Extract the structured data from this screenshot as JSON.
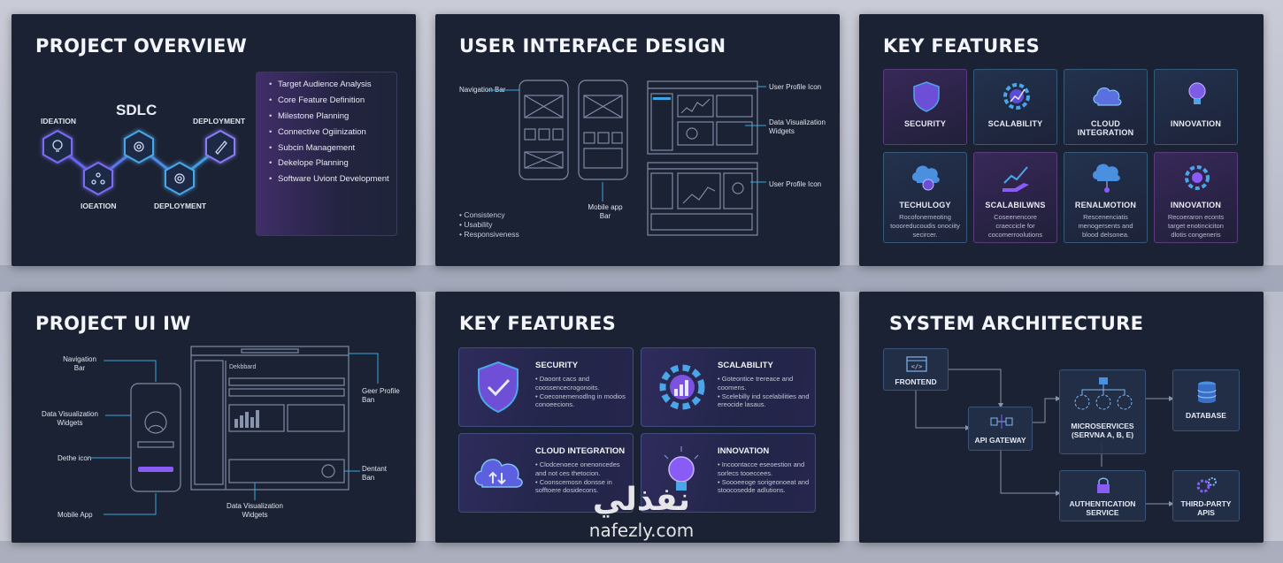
{
  "slides": {
    "overview": {
      "title": "PROJECT OVERVIEW",
      "sdlc": "SDLC",
      "phases": [
        "IDEATION",
        "DEPLOYMENT",
        "IOEATION",
        "DEPLOYMENT"
      ],
      "items": [
        "Target Audience Analysis",
        "Core Feature Definition",
        "Milestone Planning",
        "Connective Ogiinization",
        "Subcin Management",
        "Dekelope Planning",
        "Software Uviont Development"
      ]
    },
    "ui_design": {
      "title": "USER INTERFACE DESIGN",
      "nav_label": "Navigation Bar",
      "mobile_label": "Mobile app Bar",
      "profile_label_1": "User Profile Icon",
      "dataviz_label": "Data Visualization Widgets",
      "profile_label_2": "User Profile Icon",
      "principles": [
        "Consistency",
        "Usability",
        "Responsiveness"
      ]
    },
    "key_features_grid": {
      "title": "KEY FEATURES",
      "tiles": [
        {
          "name": "SECURITY",
          "desc": ""
        },
        {
          "name": "SCALABILITY",
          "desc": ""
        },
        {
          "name": "CLOUD INTEGRATION",
          "desc": ""
        },
        {
          "name": "INNOVATION",
          "desc": ""
        },
        {
          "name": "TECHULOGY",
          "desc": "Rocofonemeoting toooreducoudis onociity secircer."
        },
        {
          "name": "SCALABILWNS",
          "desc": "Coseenencore craeccicle for cocomerroolutions"
        },
        {
          "name": "RENALMOTION",
          "desc": "Rescenenciatis menogersents and blood delsonea."
        },
        {
          "name": "INNOVATION",
          "desc": "Recoeraron econts target enotinciciton dlotis congeneris"
        }
      ]
    },
    "project_ui": {
      "title": "PROJECT UI IW",
      "nav_label": "Navigation Bar",
      "dataviz_label": "Data Visualization Widgets",
      "dethe_label": "Dethe icon",
      "mobile_label": "Mobile App",
      "profile_label": "Geer Profile Ban",
      "dentant_label": "Dentant Ban",
      "bottom_label": "Data Visualization Widgets",
      "dashboard_label": "Dekbbard"
    },
    "key_features_cards": {
      "title": "KEY FEATURES",
      "cards": [
        {
          "title": "SECURITY",
          "desc": "• Daoont cacs and coossencecrogonoits.\n• Coeconemenodlng in modios conoeecions."
        },
        {
          "title": "SCALABILITY",
          "desc": "• Goteontice trereace and coomens.\n• Scelebilly ind scelabilities and ereocide lasaus."
        },
        {
          "title": "CLOUD INTEGRATION",
          "desc": "• Clodcenoece onenoncedes and not ces thetocion.\n• Coonscemosn donsse in sofftoere dosidecons."
        },
        {
          "title": "INNOVATION",
          "desc": "• Incoontacce eseoestion and sorlecs tooeccees.\n• Soooeeoge sorigeonoeat and stoocosedde adlutions."
        }
      ]
    },
    "architecture": {
      "title": "SYSTEM ARCHITECTURE",
      "frontend": "FRONTEND",
      "api": "API GATEWAY",
      "micro": "MICROSERVICES (SERVNA A, B, E)",
      "database": "DATABASE",
      "auth": "AUTHENTICATION SERVICE",
      "third": "THIRD-PARTY APIS"
    }
  },
  "watermark": {
    "arabic": "نفذلي",
    "latin": "nafezly.com"
  },
  "colors": {
    "slide_bg": "#1b2233",
    "accent_purple": "#8a5cf6",
    "accent_blue": "#3ba7e0"
  }
}
